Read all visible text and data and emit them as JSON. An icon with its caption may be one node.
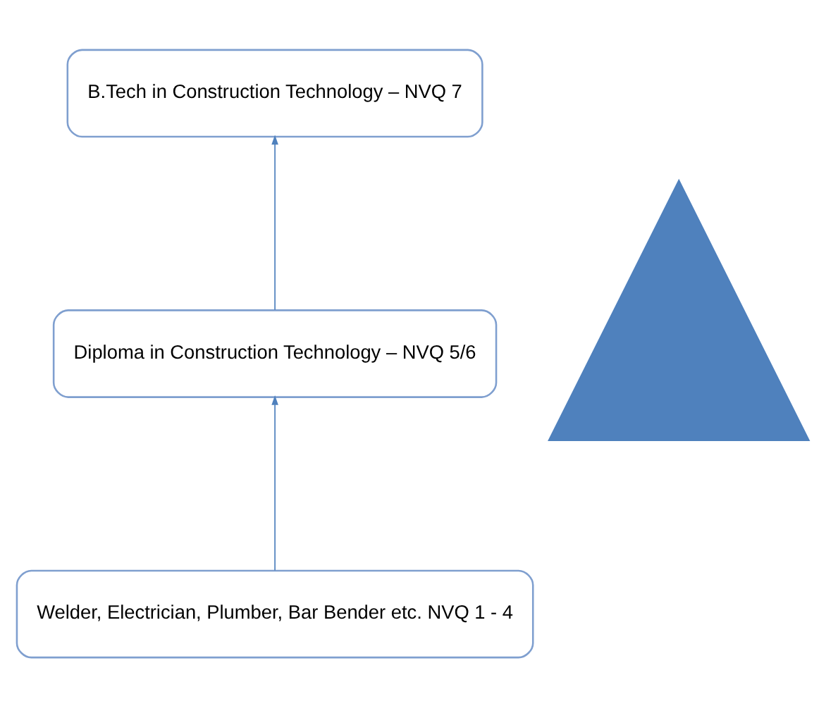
{
  "diagram": {
    "nodes": [
      {
        "text": [
          "B.Tech in Construction Technology – NVQ 7"
        ]
      },
      {
        "text": [
          "Diploma in Construction Technology – NVQ 5/6"
        ]
      },
      {
        "text": [
          "Welder, Electrician, Plumber, Bar Bender etc. NVQ 1 - 4"
        ]
      },
      {
        "text": [],
        "shape": "triangle"
      }
    ],
    "edges": [
      {
        "from": 2,
        "to": 1,
        "arrow": "to"
      },
      {
        "from": 1,
        "to": 0,
        "arrow": "to"
      }
    ]
  }
}
